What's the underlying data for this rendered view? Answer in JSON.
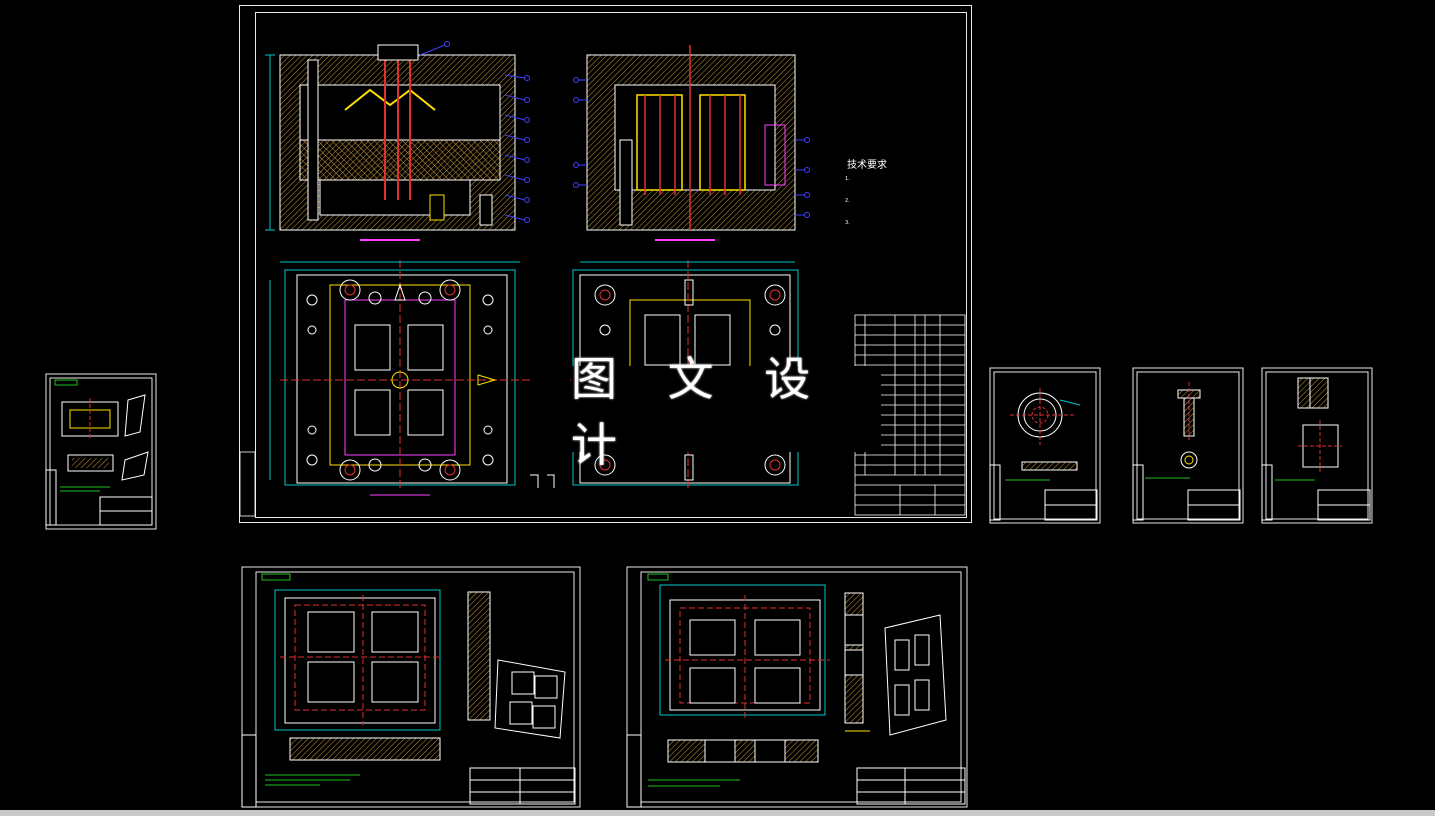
{
  "watermark": "图 文 设 计",
  "main_sheet": {
    "tech_requirements_title": "技术要求",
    "tech_requirements_lines": [
      "1.",
      "2.",
      "3."
    ]
  },
  "colors": {
    "background": "#000000",
    "frame": "#e8e8e8",
    "outline": "#ffffff",
    "hatch": "#c89632",
    "dimension": "#00c8c8",
    "centerline": "#e03030",
    "leader": "#4040ff",
    "note": "#20c020",
    "highlight": "#ffe000",
    "magenta": "#ff40ff"
  }
}
